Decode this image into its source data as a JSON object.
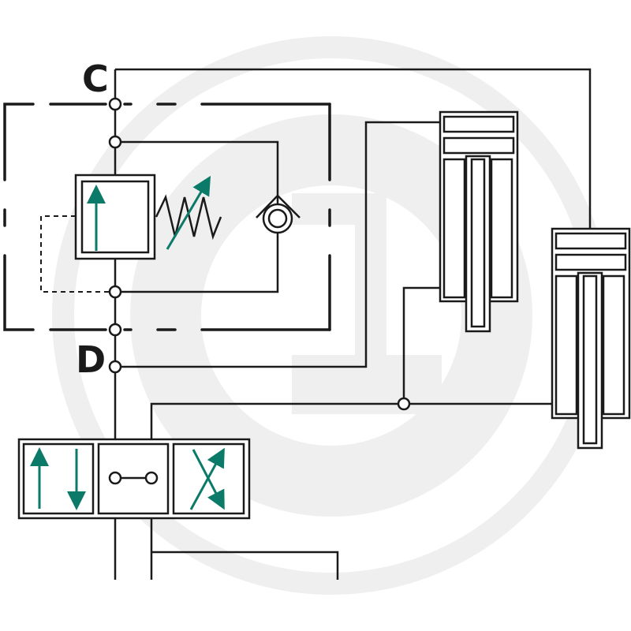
{
  "diagram": {
    "labels": {
      "port_c": "C",
      "port_d": "D"
    },
    "colors": {
      "line": "#1a1a1a",
      "arrow": "#0b7a68",
      "watermark": "#ececec",
      "background": "#ffffff"
    },
    "components": [
      "pressure-relief-valve",
      "adjustment-spring",
      "check-valve",
      "pilot-line",
      "directional-control-valve",
      "hydraulic-cylinder-1",
      "hydraulic-cylinder-2",
      "valve-block-housing"
    ],
    "watermark_icon": "brand-logo-watermark"
  }
}
